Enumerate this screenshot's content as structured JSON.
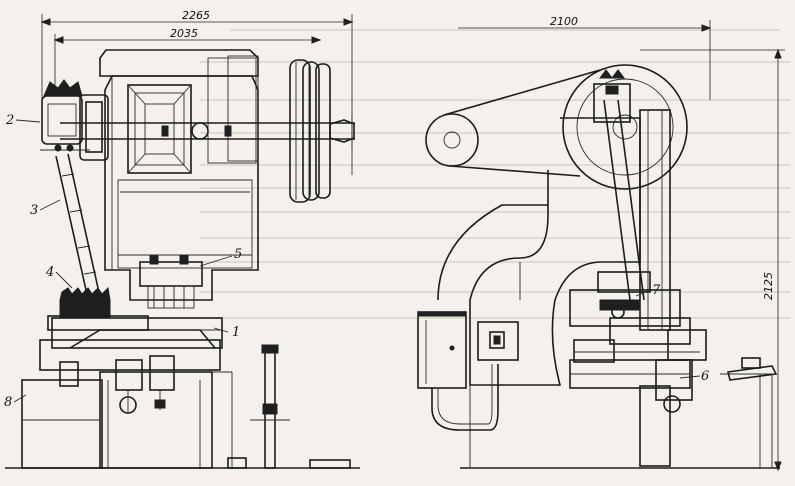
{
  "dimensions": {
    "overall_width_front": "2265",
    "frame_width_front": "2035",
    "overall_width_side": "2100",
    "overall_height": "2125"
  },
  "callouts": {
    "c1": "1",
    "c2": "2",
    "c3": "3",
    "c4": "4",
    "c5": "5",
    "c6": "6",
    "c7": "7",
    "c8": "8"
  }
}
